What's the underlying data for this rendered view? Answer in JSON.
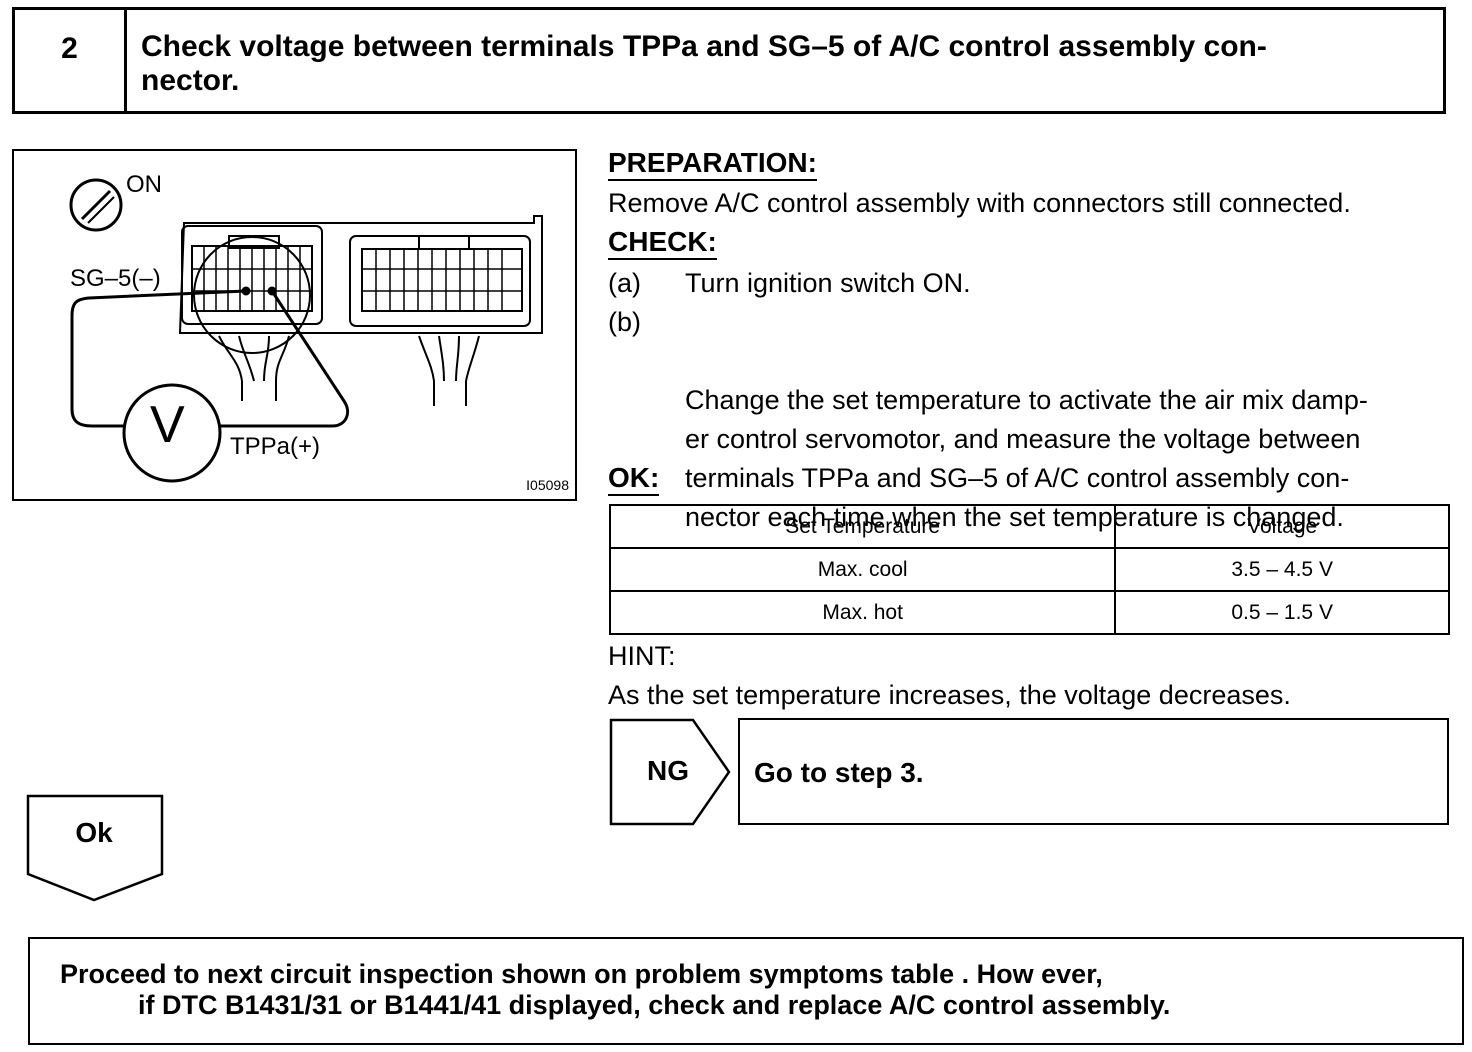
{
  "step": {
    "number": "2",
    "title": "Check voltage between terminals TPPa and SG–5 of A/C control assembly con-\nnector."
  },
  "figure": {
    "label_on": "ON",
    "label_sg5": "SG–5(–)",
    "label_v": "V",
    "label_tppa": "TPPa(+)",
    "code": "I05098"
  },
  "preparation": {
    "heading": "PREPARATION:",
    "text": "Remove A/C control assembly with connectors still connected."
  },
  "check": {
    "heading": "CHECK:",
    "steps": [
      {
        "letter": "(a)",
        "text": "Turn ignition switch ON."
      },
      {
        "letter": "(b)",
        "text": "Change the set temperature to activate the air mix damp-\ner control servomotor, and measure the voltage between\nterminals TPPa and SG–5 of A/C control assembly con-\nnector each time when the set temperature is changed."
      }
    ]
  },
  "ok": {
    "heading": "OK:",
    "table": {
      "headers": [
        "Set Temperature",
        "Voltage"
      ],
      "rows": [
        [
          "Max. cool",
          "3.5 – 4.5 V"
        ],
        [
          "Max. hot",
          "0.5 – 1.5 V"
        ]
      ]
    }
  },
  "hint": {
    "heading": "HINT:",
    "text": "As the set temperature increases, the voltage decreases."
  },
  "ng": {
    "label": "NG",
    "result": "Go to step 3."
  },
  "ok_arrow": {
    "label": "Ok"
  },
  "final": {
    "line1": "Proceed to next circuit inspection shown on problem symptoms table . How ever,",
    "line2": "if DTC B1431/31 or B1441/41 displayed, check and replace A/C control assembly."
  }
}
